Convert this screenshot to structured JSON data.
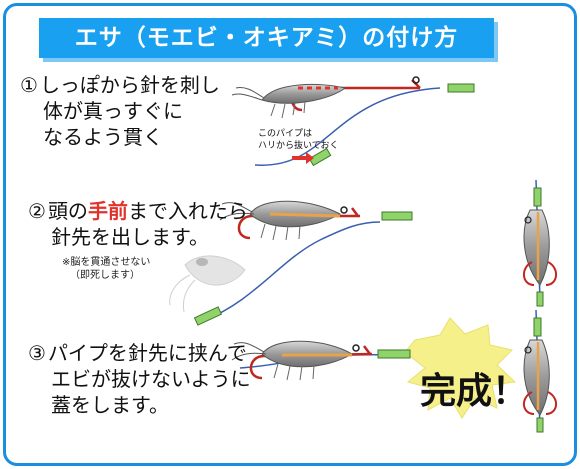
{
  "title": "エサ（モエビ・オキアミ）の付け方",
  "steps": [
    {
      "num": "①",
      "lines": [
        "しっぽから針を刺し",
        "体が真っすぐに",
        "なるよう貫く"
      ]
    },
    {
      "num": "②",
      "line1_pre": "頭の",
      "line1_red": "手前",
      "line1_post": "まで入れたら",
      "line2": "針先を出します。"
    },
    {
      "num": "③",
      "lines": [
        "パイプを針先に挟んで",
        "エビが抜けないように",
        "蓋をします。"
      ]
    }
  ],
  "pipe_note": [
    "このパイプは",
    "ハリから抜いておく"
  ],
  "brain_note": [
    "※脳を貫通させない",
    "（即死します）"
  ],
  "done_label": "完成！",
  "colors": {
    "frame": "#1a8fe0",
    "title_bg": "#1aa0f0",
    "accent_red": "#e0332b",
    "burst": "#f5f08a",
    "line": "#3a5fb0",
    "pipe": "#8fd36a",
    "hook": "#c0271f"
  }
}
